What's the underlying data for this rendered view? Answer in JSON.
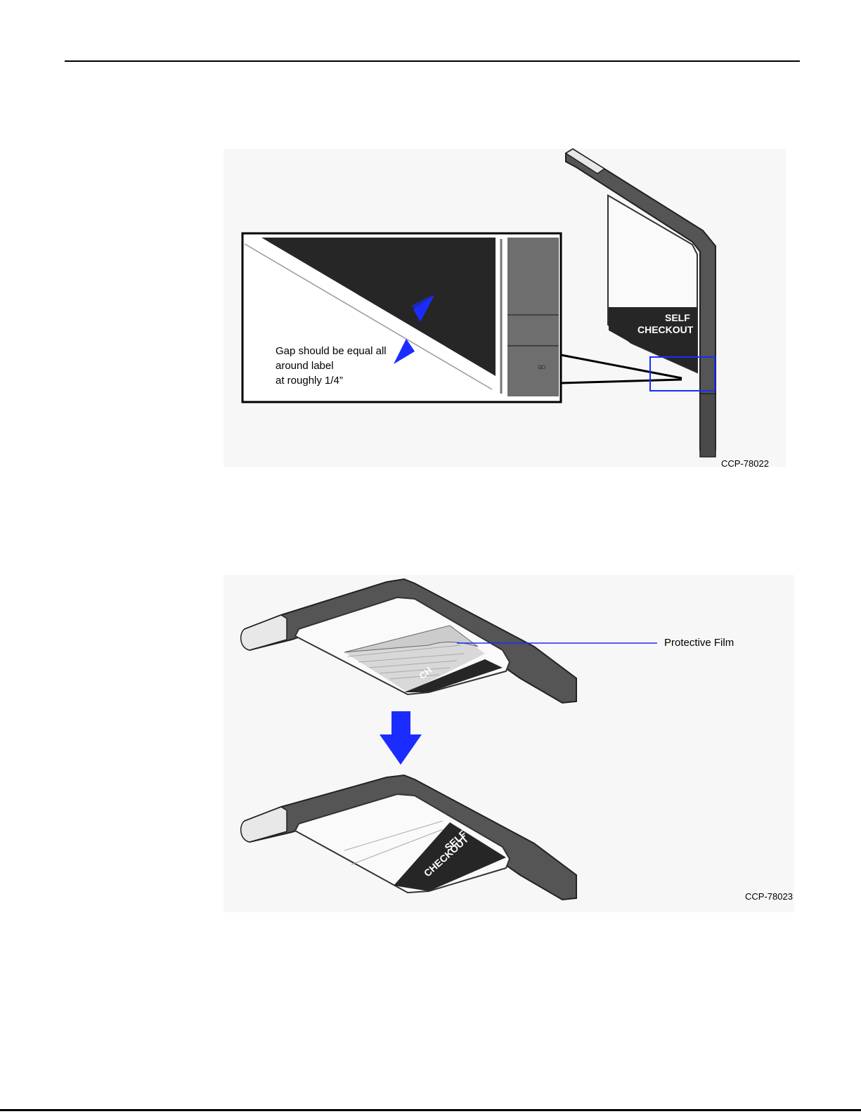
{
  "figure1": {
    "callout": {
      "line1": "Gap should be equal all",
      "line2": "around label",
      "line3": "at roughly 1/4”"
    },
    "label_line1": "SELF",
    "label_line2": "CHECKOUT",
    "code": "CCP-78022"
  },
  "figure2": {
    "callout": "Protective Film",
    "partial_label": "CH",
    "label_line1": "SELF",
    "label_line2": "CHECKOUT",
    "code": "CCP-78023"
  },
  "colors": {
    "accent_blue": "#1a2cff",
    "frame": "#555555",
    "label": "#262626"
  }
}
